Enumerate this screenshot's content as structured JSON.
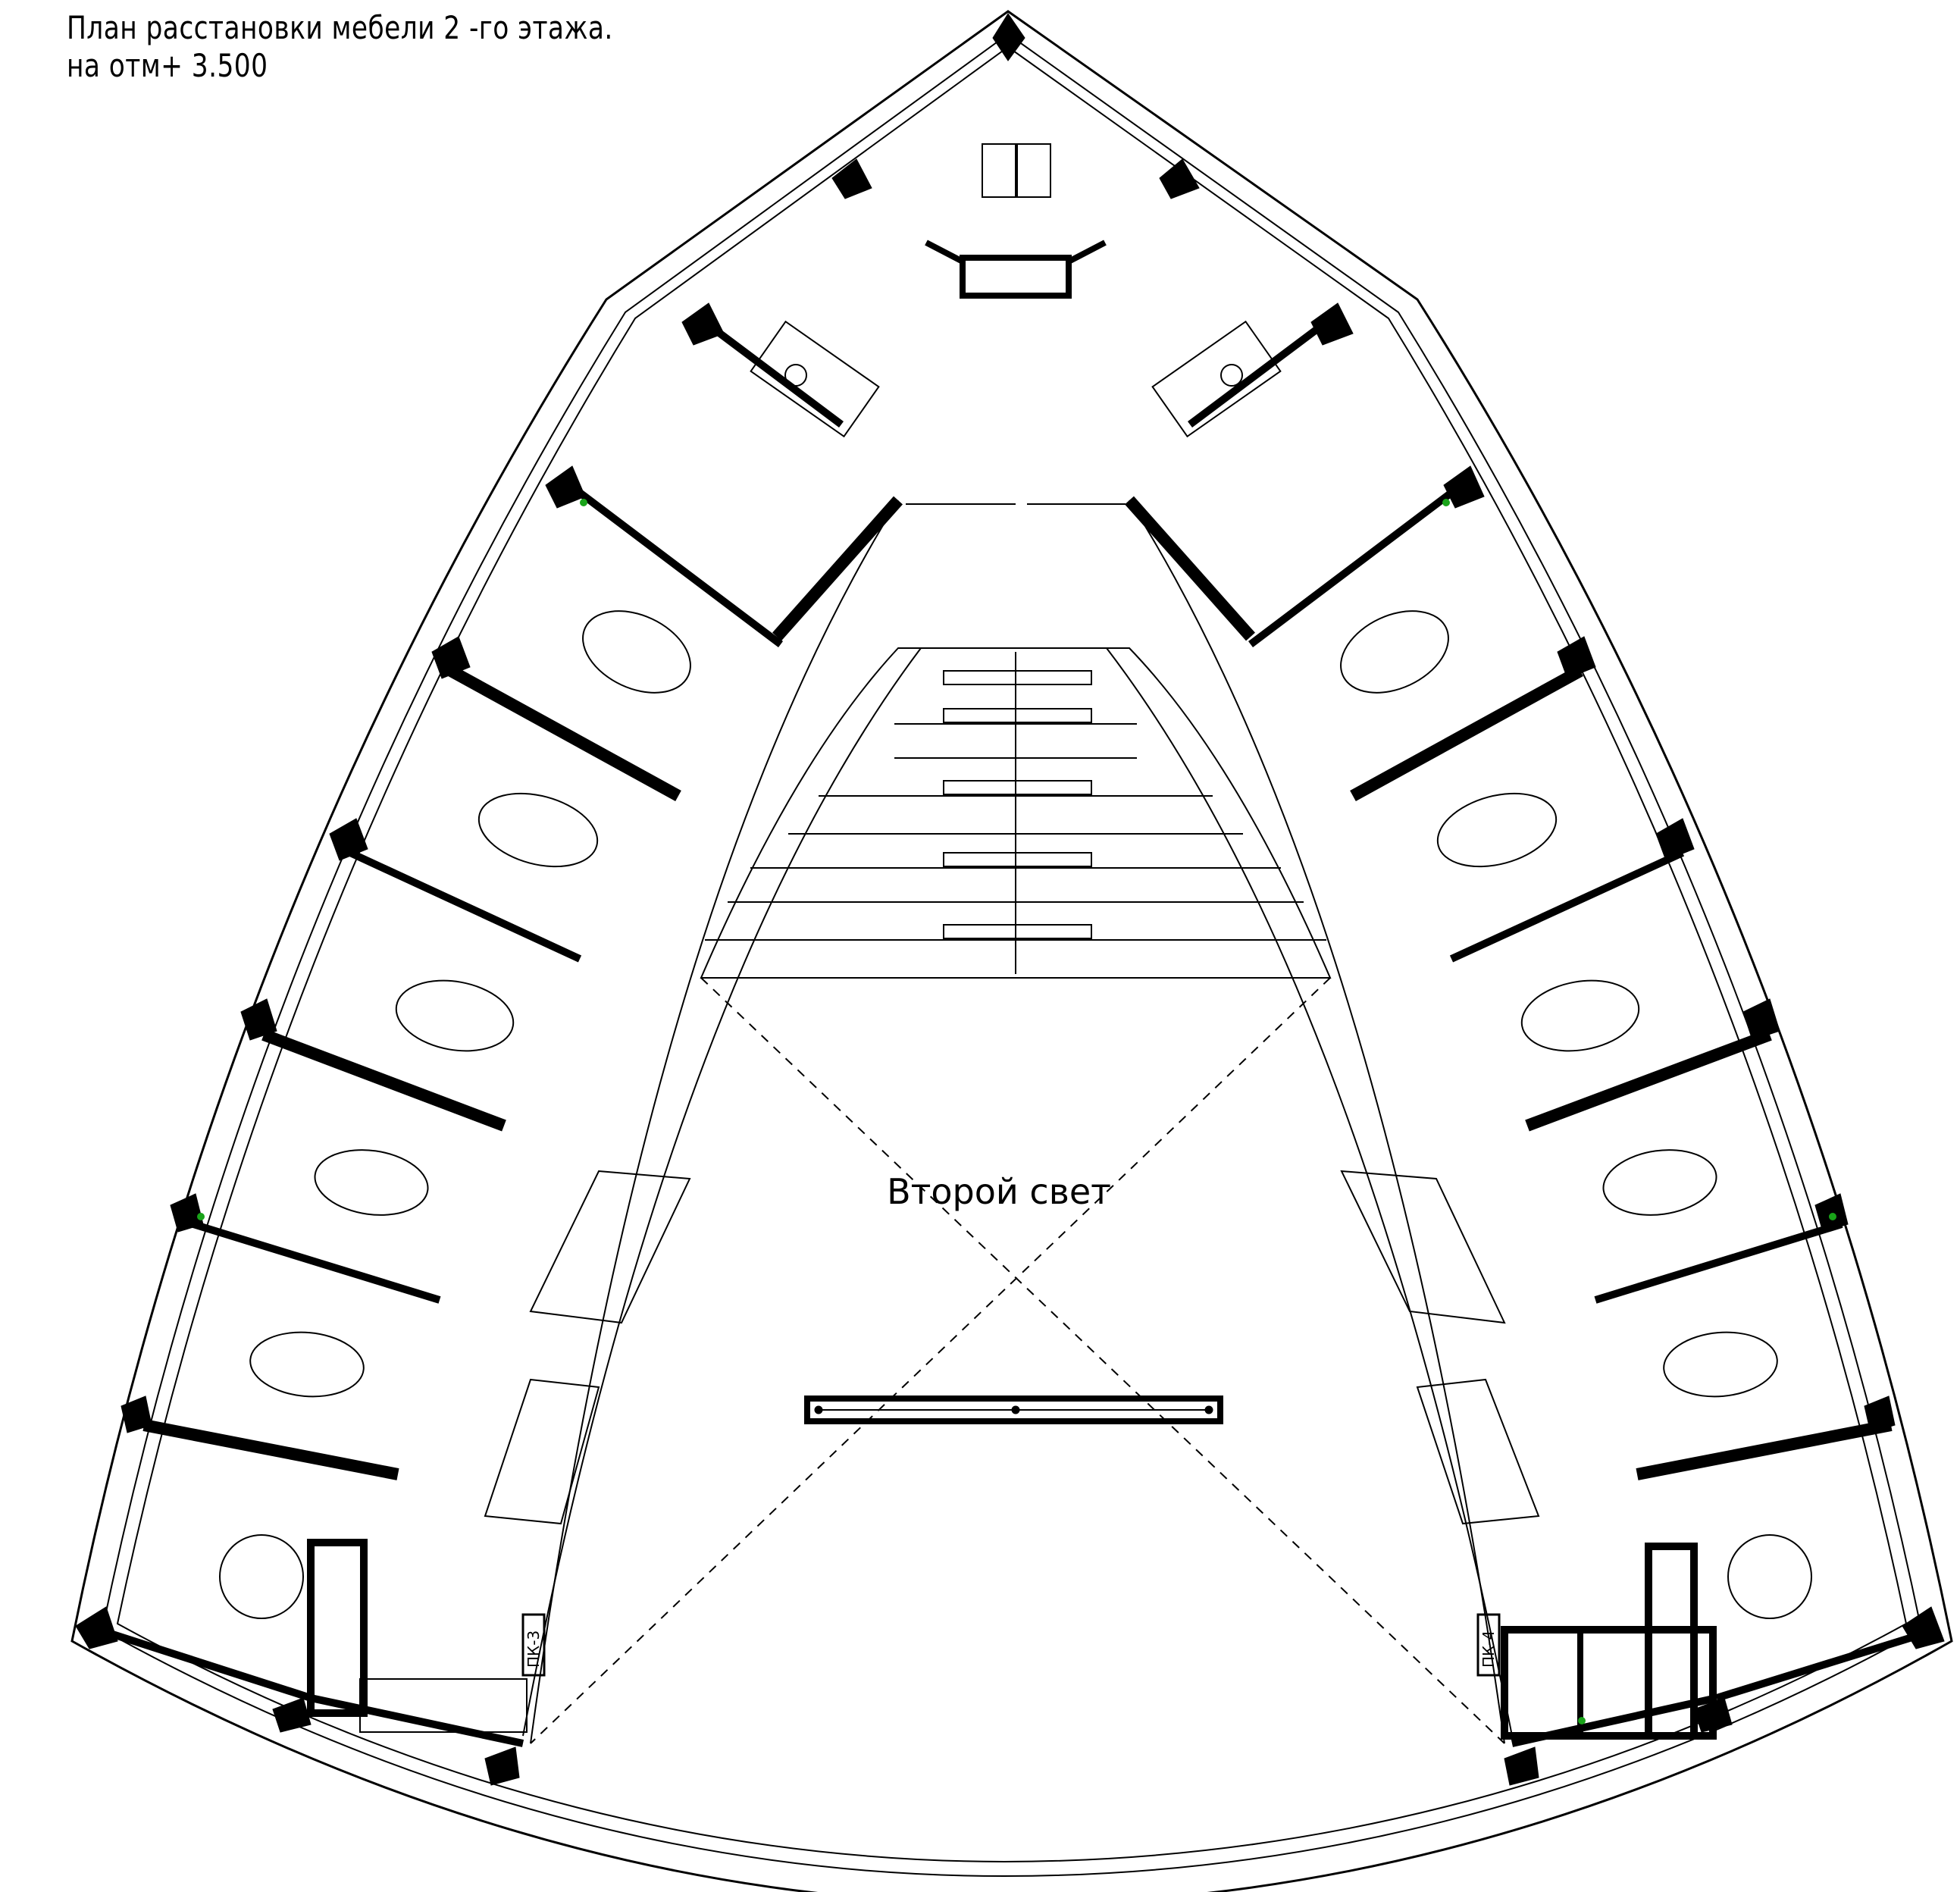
{
  "title": {
    "line1": "План расстановки мебели  2 -го этажа.",
    "line2": "на отм+ 3.500"
  },
  "plan": {
    "center_label": "Второй свет",
    "shaft_labels": [
      "ПК-3",
      "ПК-4"
    ]
  },
  "colors": {
    "line": "#000000",
    "background": "#ffffff",
    "marker": "#19a319"
  }
}
